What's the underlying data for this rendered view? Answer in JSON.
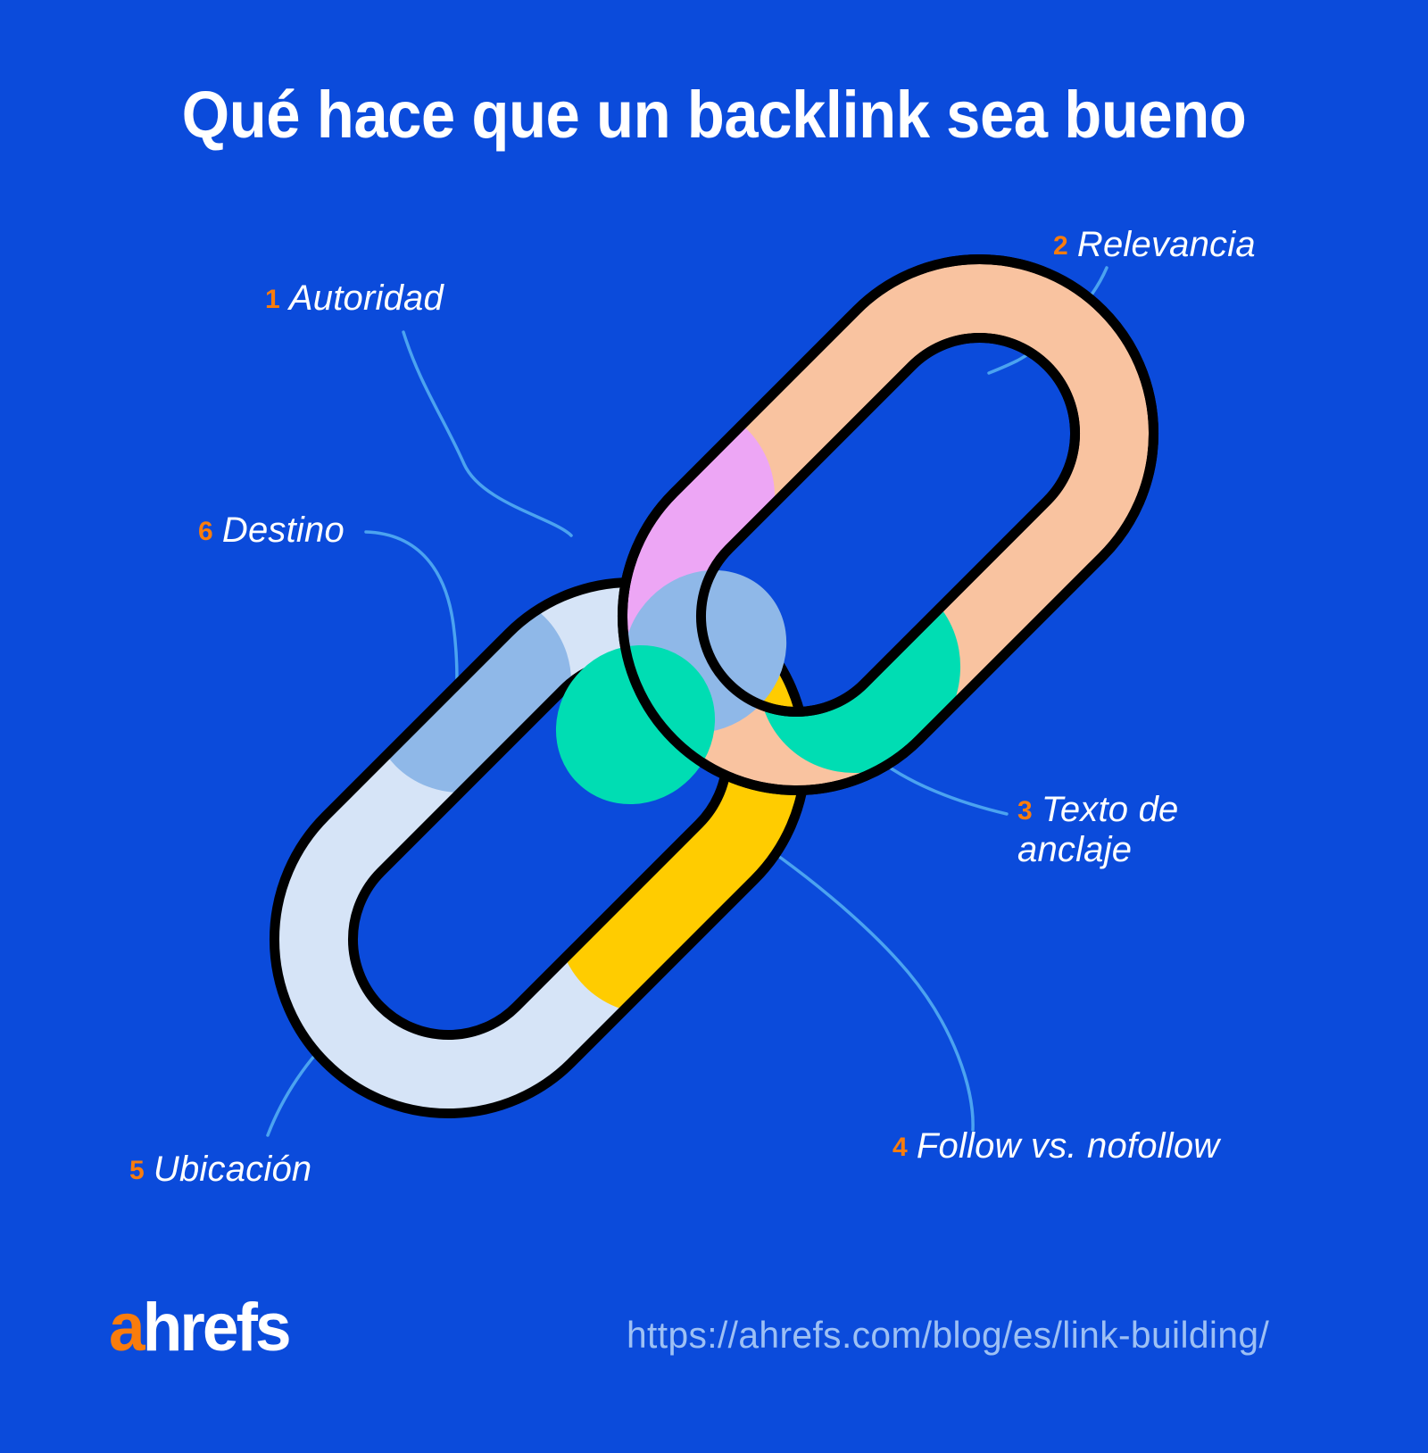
{
  "background_color": "#0B4BDB",
  "accent_color": "#F97C0C",
  "title": "Qué hace que un backlink sea bueno",
  "labels": [
    {
      "number": "1",
      "text": "Autoridad"
    },
    {
      "number": "2",
      "text": "Relevancia"
    },
    {
      "number": "3",
      "text": "Texto de anclaje"
    },
    {
      "number": "4",
      "text": "Follow vs. nofollow"
    },
    {
      "number": "5",
      "text": "Ubicación"
    },
    {
      "number": "6",
      "text": "Destino"
    }
  ],
  "footer": {
    "logo_first": "a",
    "logo_rest": "hrefs",
    "url": "https://ahrefs.com/blog/es/link-building/",
    "url_color": "#9DC0F4"
  },
  "illustration": {
    "name": "two-interlocking-chain-links",
    "outline_color": "#000000",
    "leader_line_color": "#4BA3F0",
    "segment_colors": {
      "relevancia_peach": "#F9C3A0",
      "autoridad_pink": "#EDA6F5",
      "anclaje_teal": "#00DDB3",
      "follow_yellow": "#FFCC00",
      "ubicacion_ice": "#D6E4F7",
      "destino_bluegray": "#8FB8E8"
    }
  }
}
